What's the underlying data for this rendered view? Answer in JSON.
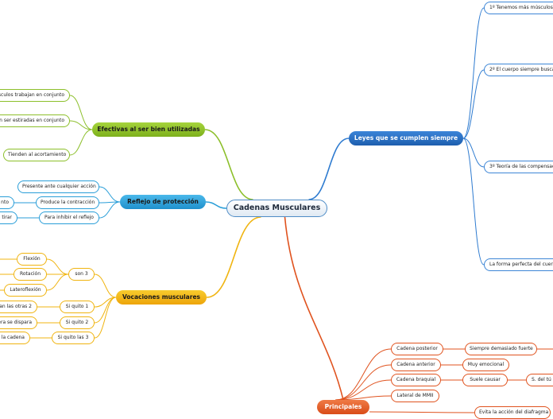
{
  "root": {
    "label": "Cadenas Musculares"
  },
  "branches": {
    "leyes": {
      "label": "Leyes que se cumplen siempre",
      "color": "#2e7bd0",
      "children": [
        "1º Tenemos más músculos",
        "2º El cuerpo siempre busca",
        "3º Teoría de las compensacio",
        "La forma perfecta del cuerpo"
      ]
    },
    "efectivas": {
      "label": "Efectivas al ser bien utilizadas",
      "color": "#8cbf2a",
      "children": [
        "úsculos trabajan en conjunto",
        "en ser estiradas en conjunto",
        "Tienden al acortamiento"
      ]
    },
    "reflejo": {
      "label": "Reflejo de protección",
      "color": "#2a9ed8",
      "children": [
        "Presente ante cualquier acción",
        "Produce la contracción",
        "Para inhibir el reflejo"
      ],
      "grandchildren": [
        "nto",
        "tirar"
      ]
    },
    "vocaciones": {
      "label": "Vocaciones musculares",
      "color": "#f0b410",
      "son3": {
        "label": "son 3",
        "items": [
          "Flexión",
          "Rotación",
          "Lateroflexión"
        ]
      },
      "quito": [
        {
          "label": "Si quito 1",
          "child": "can las otras 2"
        },
        {
          "label": "Si quito 2",
          "child": "era se dispara"
        },
        {
          "label": "Si quito las 3",
          "child": "la cadena"
        }
      ]
    },
    "principales": {
      "label": "Principales",
      "color": "#e0531f",
      "children": [
        {
          "label": "Cadena posterior",
          "child": "Siempre demasiado fuerte"
        },
        {
          "label": "Cadena anterior",
          "child": "Muy emocional"
        },
        {
          "label": "Cadena braquial",
          "child": "Suele causar",
          "grandchild": "S. del tú"
        },
        {
          "label": "Lateral de MMII"
        }
      ],
      "partial": "Evita la acción del diafragma"
    }
  }
}
